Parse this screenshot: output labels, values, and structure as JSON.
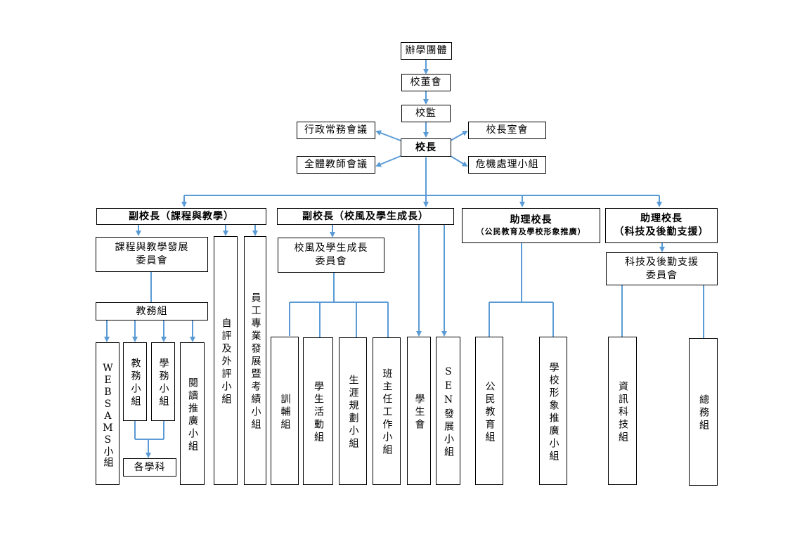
{
  "nodes": {
    "sponsor": "辦學團體",
    "board": "校董會",
    "supervisor": "校監",
    "principal": "校長",
    "admin_meeting": "行政常務會議",
    "principal_office": "校長室會",
    "teacher_meeting": "全體教師會議",
    "crisis_team": "危機處理小組",
    "vp_curriculum": "副校長（課程與教學）",
    "vp_ethos": "副校長（校風及學生成長）",
    "ap_civic_title": "助理校長",
    "ap_civic_sub": "（公民教育及學校形象推廣）",
    "ap_tech_title": "助理校長",
    "ap_tech_sub": "（科技及後勤支援）",
    "curr_committee_l1": "課程與教學發展",
    "curr_committee_l2": "委員會",
    "ethos_committee_l1": "校風及學生成長",
    "ethos_committee_l2": "委員會",
    "tech_committee_l1": "科技及後勤支援",
    "tech_committee_l2": "委員會",
    "academic_group": "教務組",
    "websams": "WEBSAMS小組",
    "academic_team": "教務小組",
    "student_affairs_team": "學務小組",
    "reading_team": "閱讀推廣小組",
    "subjects": "各學科",
    "self_eval": "自評及外評小組",
    "staff_dev": "員工專業發展暨考績小組",
    "guidance": "訓輔組",
    "activities": "學生活動組",
    "career": "生涯規劃小組",
    "class_teacher": "班主任工作小組",
    "student_union": "學生會",
    "sen": "SEN發展小組",
    "civic": "公民教育組",
    "image": "學校形象推廣小組",
    "it": "資訊科技組",
    "general": "總務組"
  },
  "colors": {
    "connector": "#5b9bd5",
    "border": "#000000"
  }
}
